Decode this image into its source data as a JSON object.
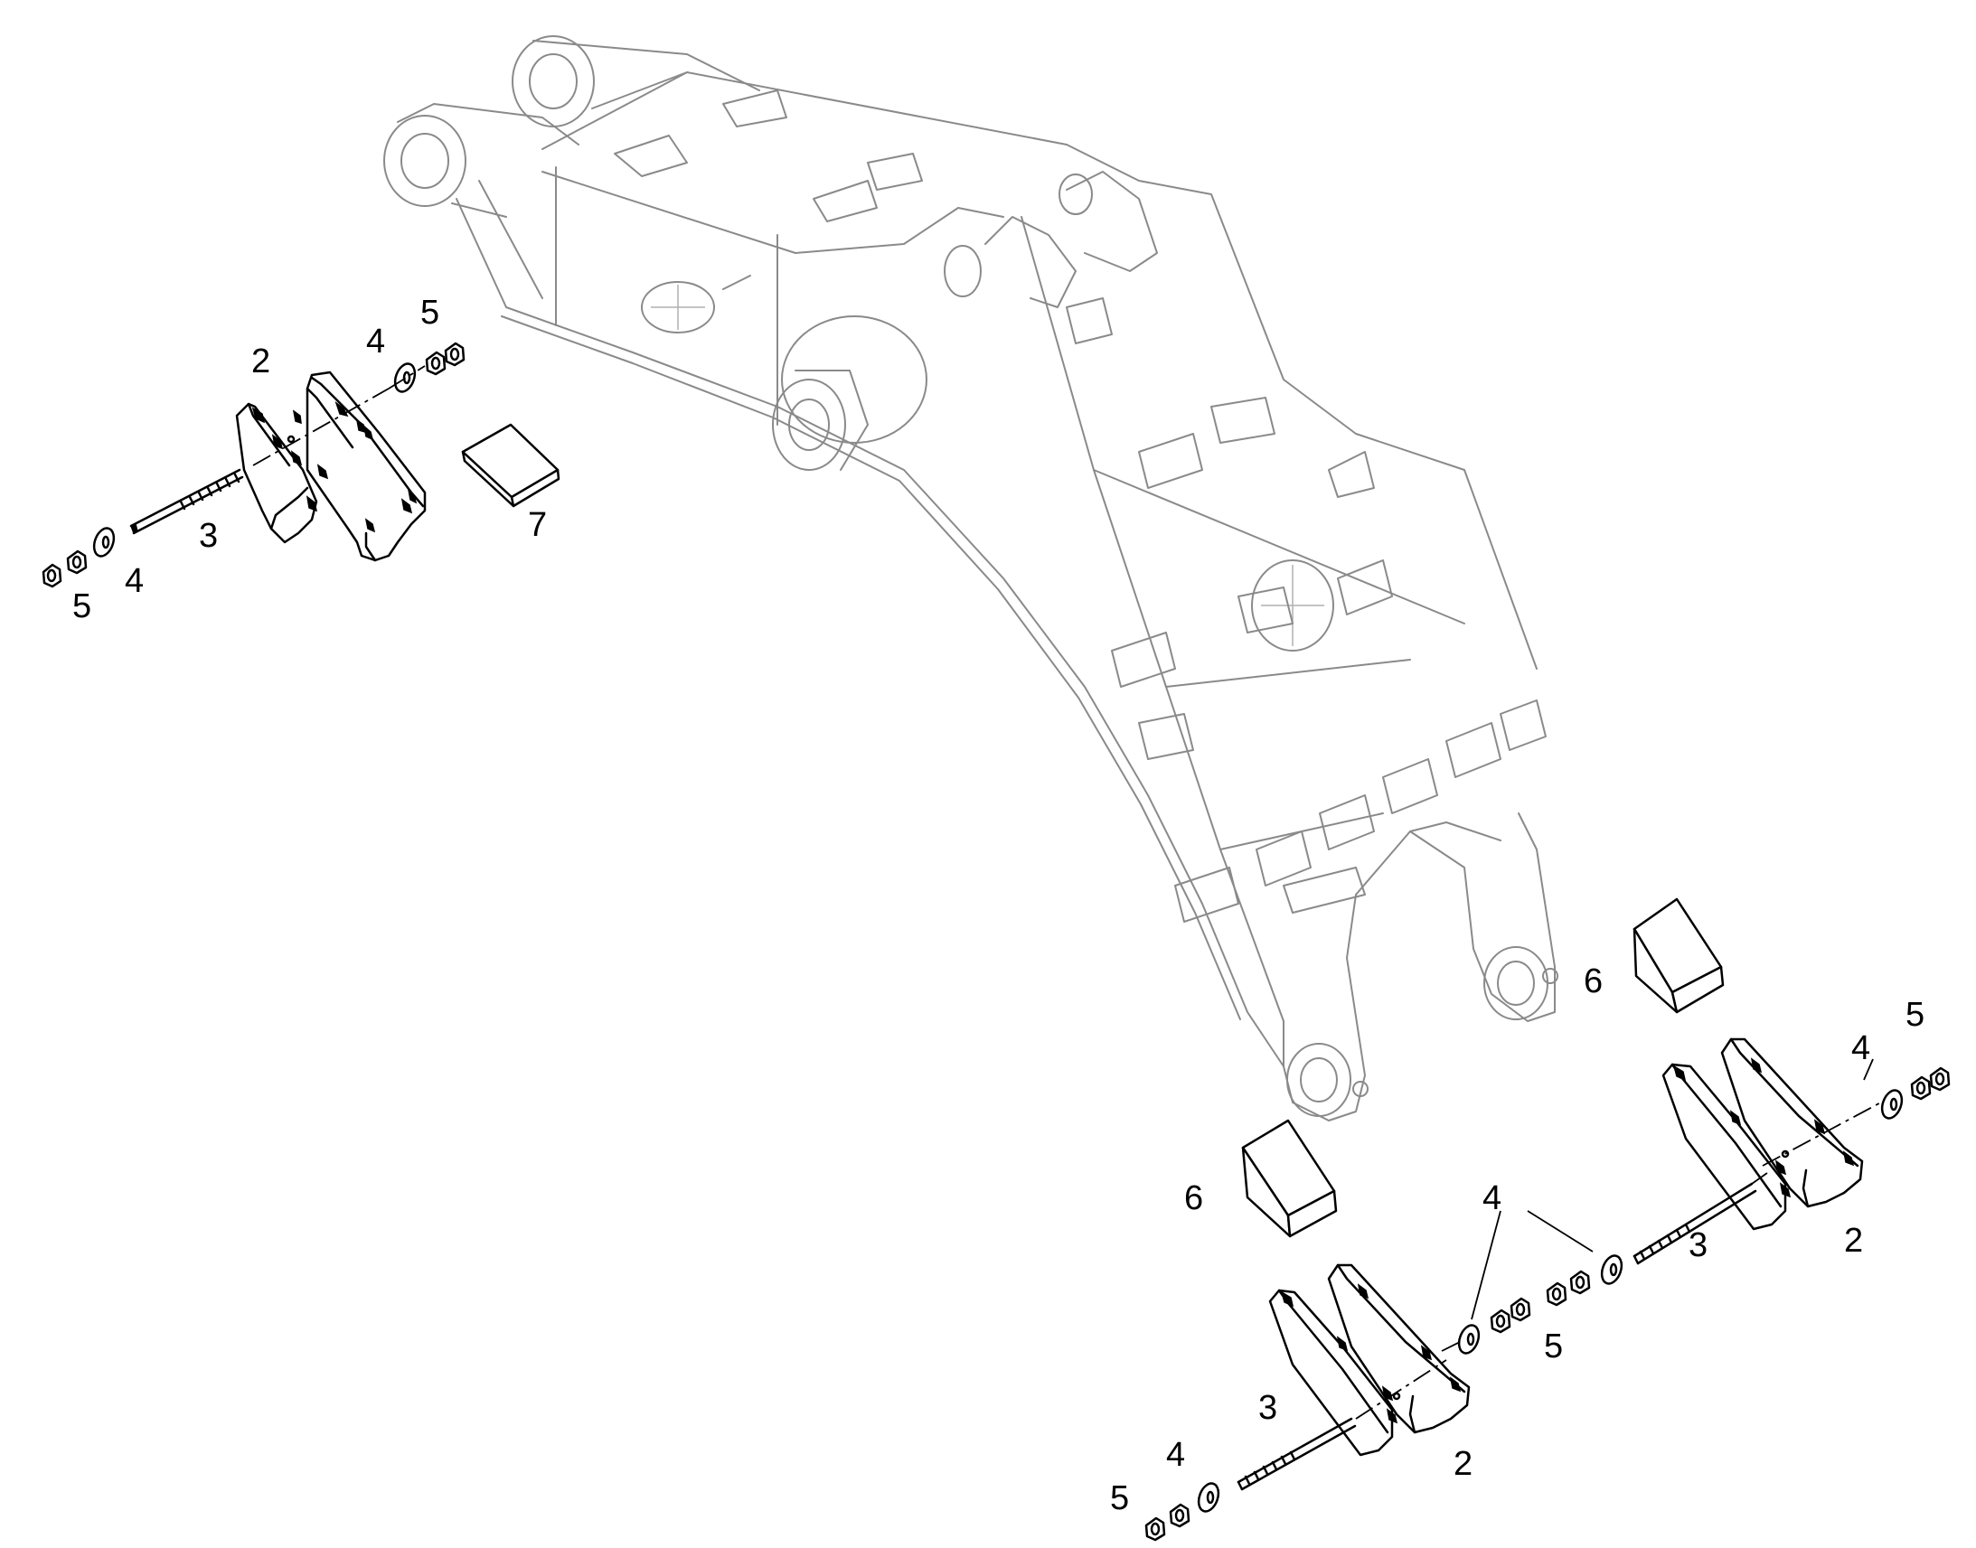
{
  "callouts": {
    "left_shoe": "2",
    "left_bolt": "3",
    "left_washer_top": "4",
    "left_nut_top": "5",
    "left_washer_bottom": "4",
    "left_nut_bottom": "5",
    "shim_top": "7",
    "block_right": "6",
    "block_left": "6",
    "shoe_right": "2",
    "washer_right_top": "4",
    "nut_right_top": "5",
    "bolt_right": "3",
    "washer_middle_shared": "4",
    "nut_middle": "5",
    "shoe_lower": "2",
    "bolt_lower": "3",
    "washer_lower": "4",
    "nut_lower": "5"
  }
}
